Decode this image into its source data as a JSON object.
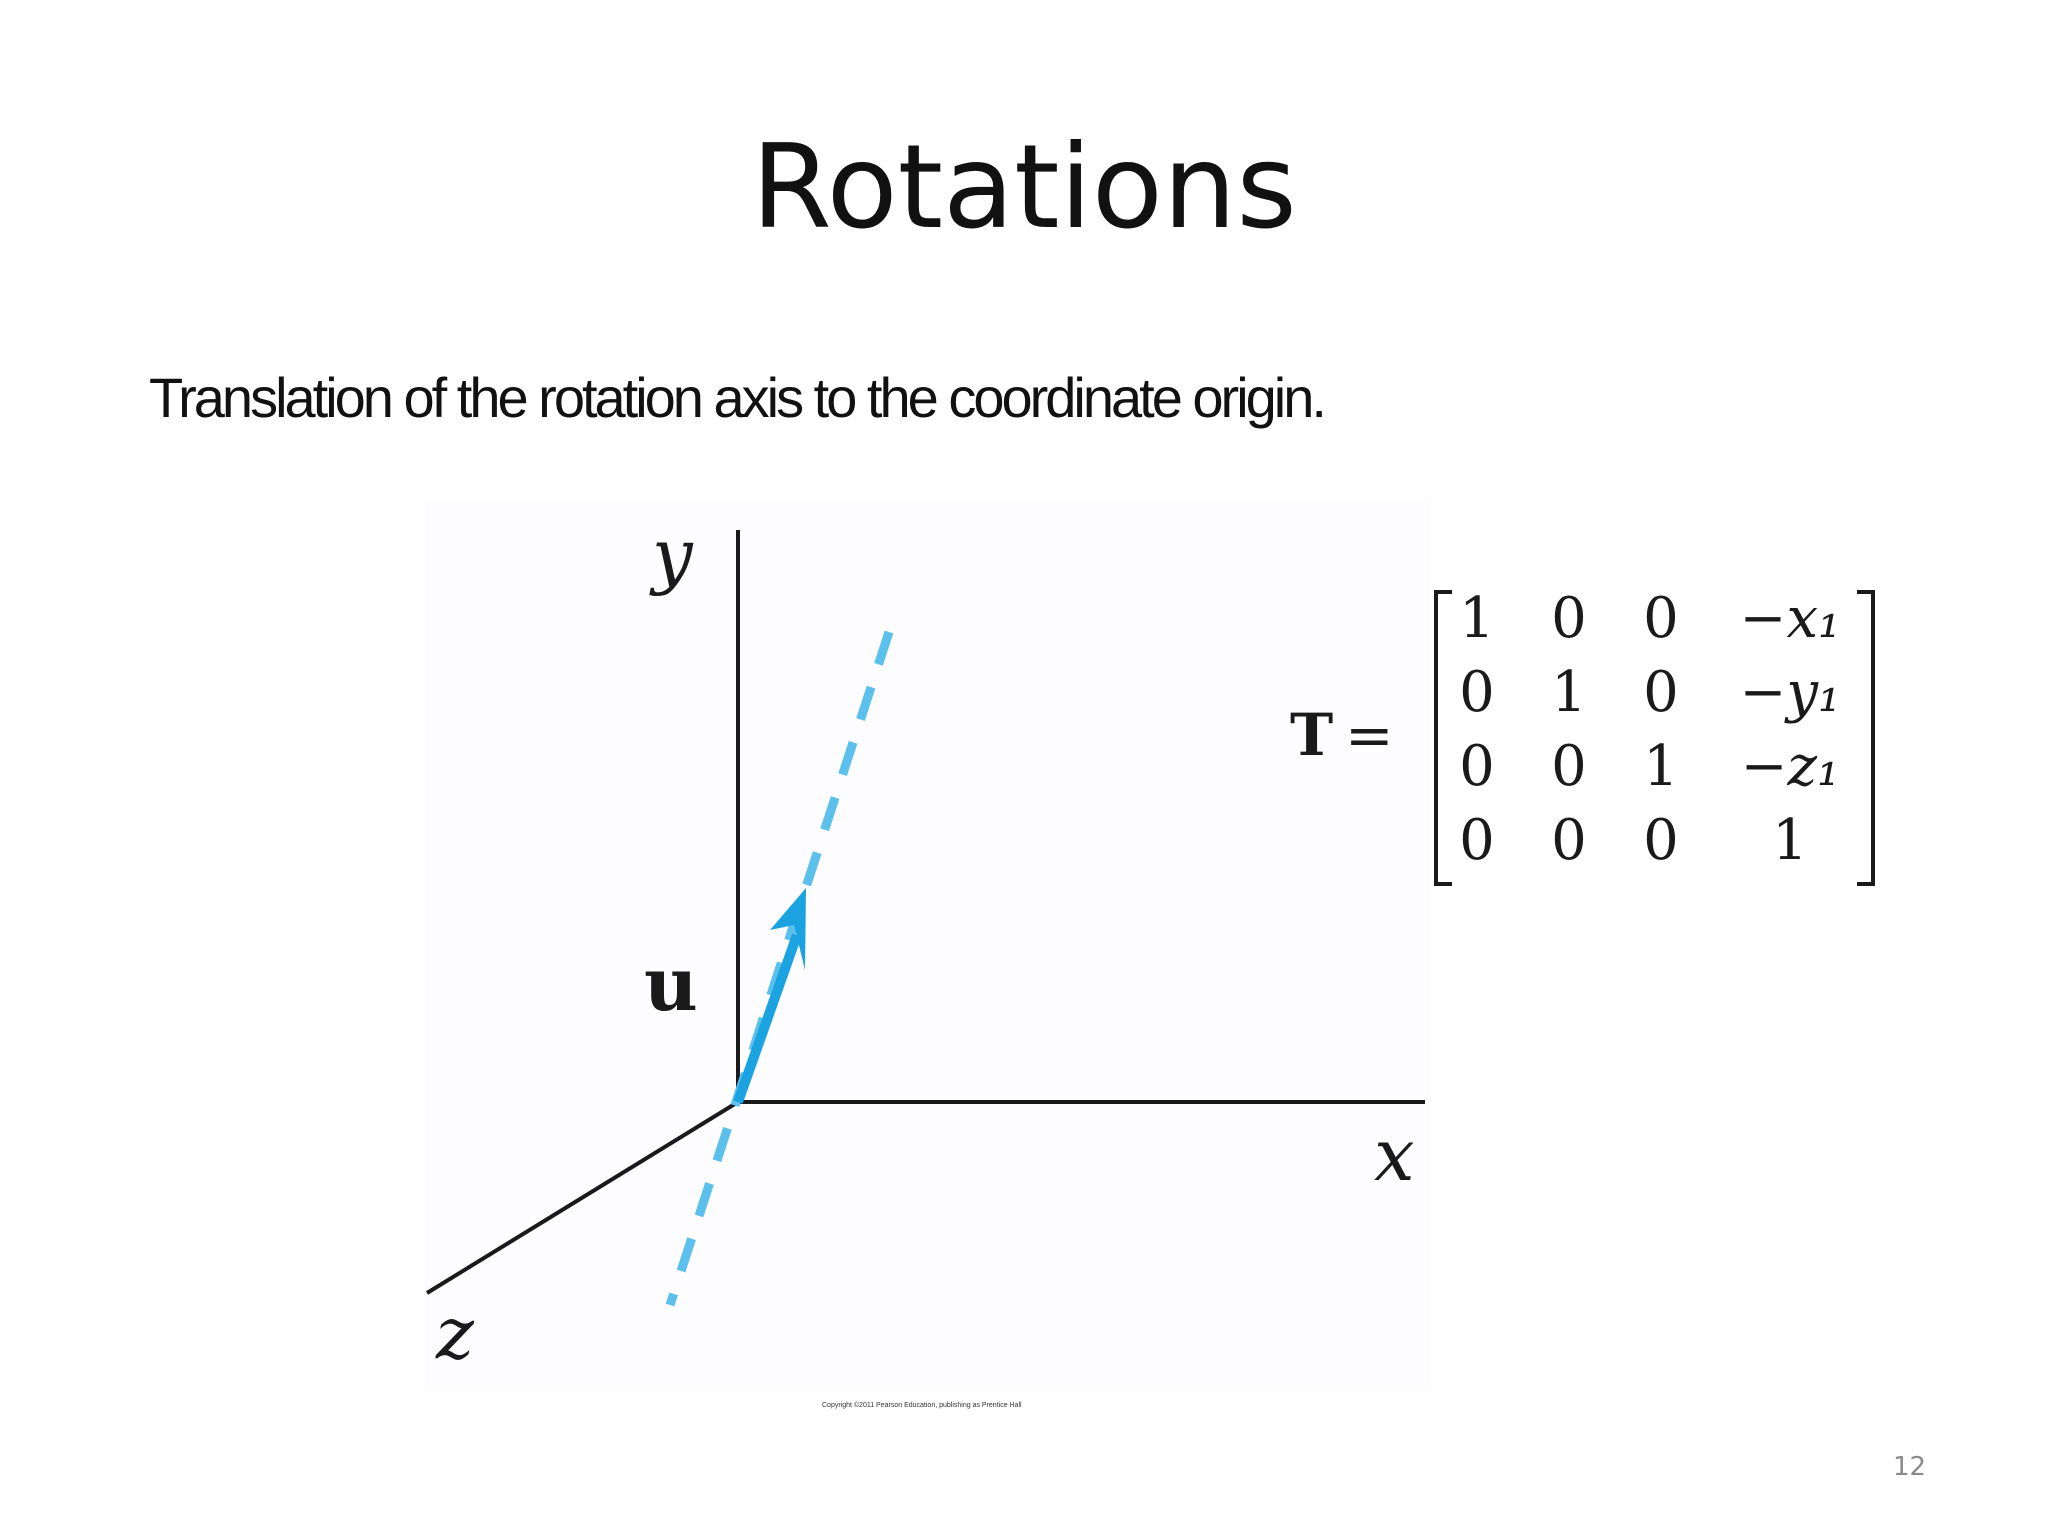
{
  "slide": {
    "title": "Rotations",
    "subtitle": "Translation of the rotation axis to the coordinate origin.",
    "page_number": "12"
  },
  "figure": {
    "axes": {
      "x_label": "x",
      "y_label": "y",
      "z_label": "z"
    },
    "vector_label": "u",
    "copyright": "Copyright ©2011 Pearson Education, publishing as Prentice Hall",
    "colors": {
      "axis": "#1a1a1a",
      "rotation_axis": "#5cc0ec",
      "vector": "#1aa3e0"
    }
  },
  "matrix": {
    "name": "T",
    "equals": "=",
    "rows": [
      [
        "1",
        "0",
        "0",
        "−x₁"
      ],
      [
        "0",
        "1",
        "0",
        "−y₁"
      ],
      [
        "0",
        "0",
        "1",
        "−z₁"
      ],
      [
        "0",
        "0",
        "0",
        "1"
      ]
    ]
  }
}
